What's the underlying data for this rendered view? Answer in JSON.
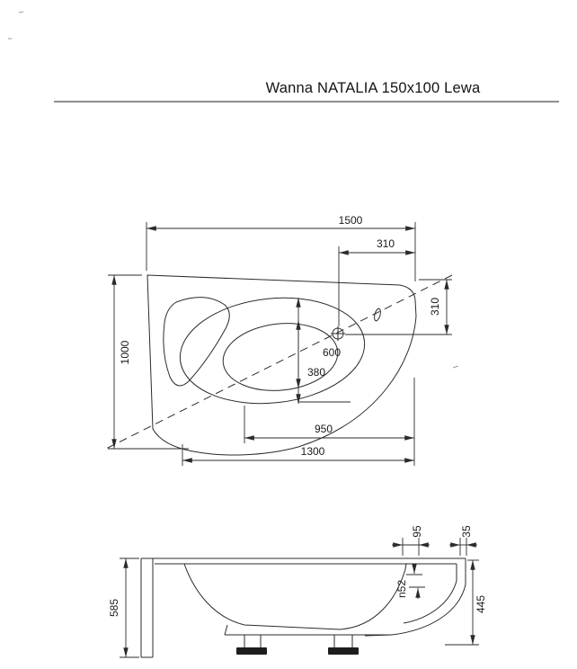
{
  "title": "Wanna NATALIA 150x100 Lewa",
  "top_view": {
    "overall_width": "1500",
    "offset_310_h": "310",
    "offset_310_v": "310",
    "overall_depth": "1000",
    "basin_380": "380",
    "basin_600": "600",
    "len_950": "950",
    "len_1300": "1300"
  },
  "side_view": {
    "height_585": "585",
    "rim_95": "95",
    "edge_35": "35",
    "overflow_n52": "n52",
    "height_445": "445"
  }
}
